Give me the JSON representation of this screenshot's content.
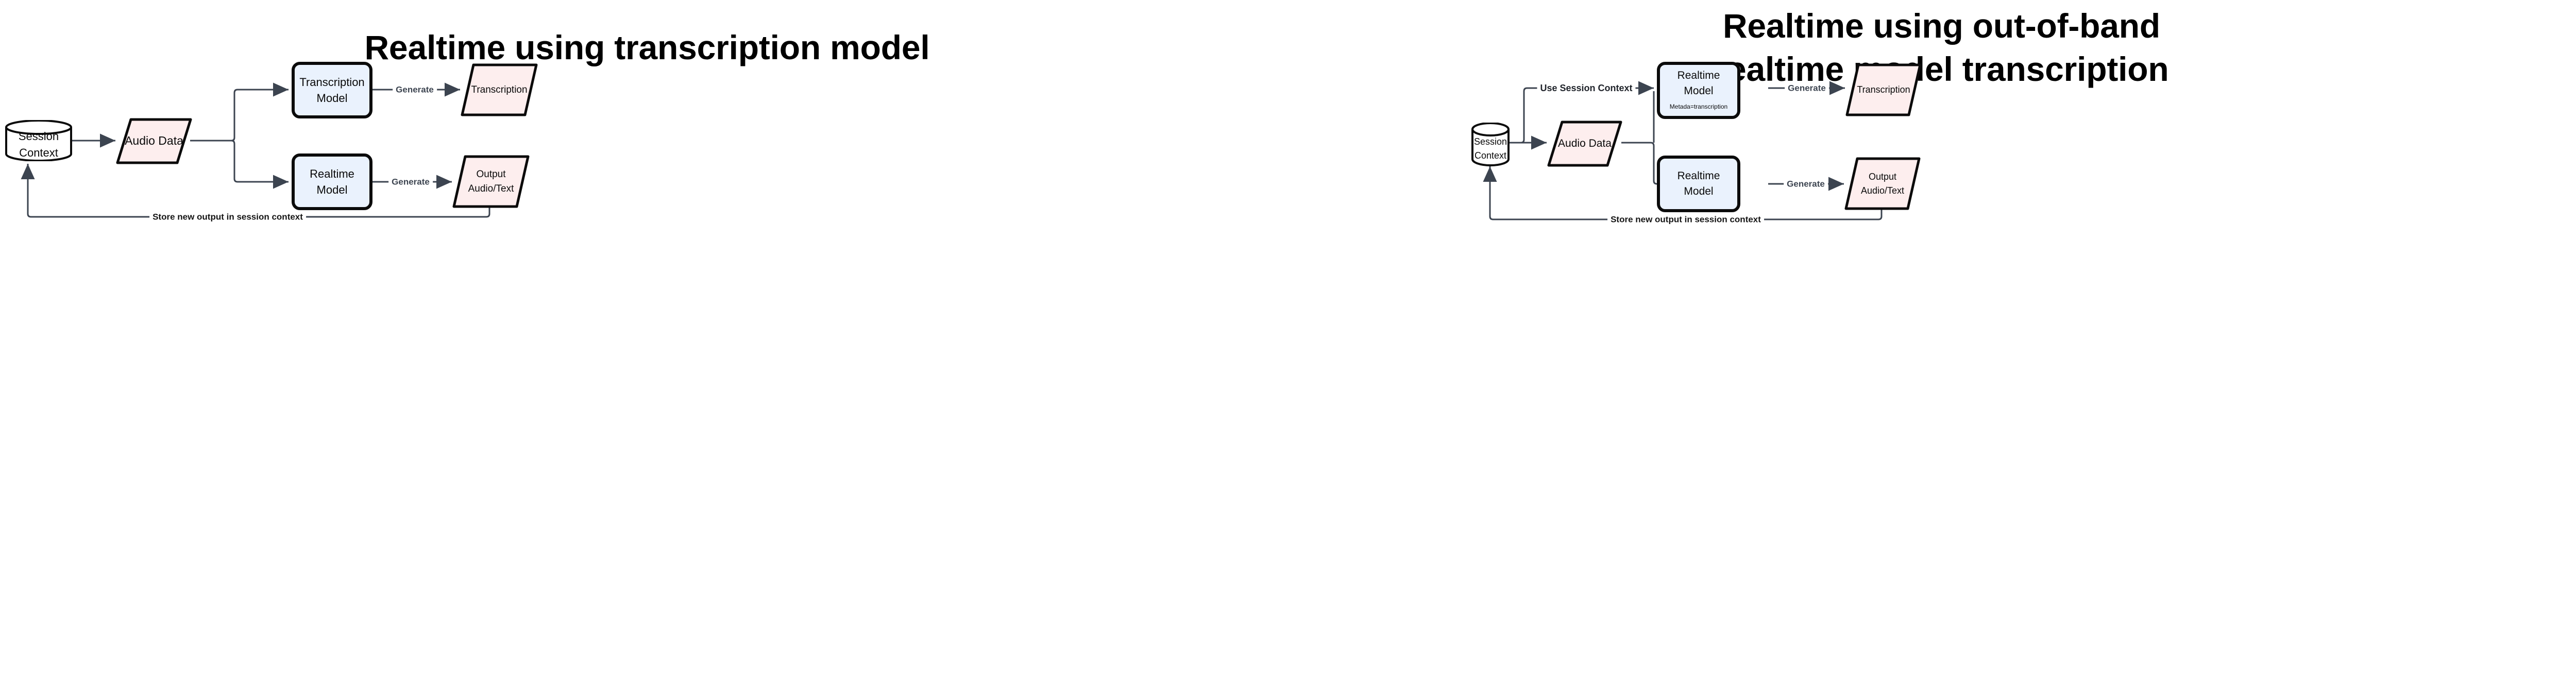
{
  "page": {
    "background": "#ffffff",
    "text_color": "#0a0a0a",
    "edge_color": "#3c4450",
    "node_blue_fill": "#eaf2fd",
    "node_pink_fill": "#fdeeee",
    "node_stroke": "#0b0b0b",
    "cylinder_fill": "#ffffff"
  },
  "diagrams": [
    {
      "id": "left",
      "title": "Realtime using transcription model",
      "title_lines": [
        "Realtime using transcription model"
      ],
      "nodes": {
        "session_context": {
          "label_line1": "Session",
          "label_line2": "Context",
          "shape": "cylinder"
        },
        "audio_data": {
          "label": "Audio Data",
          "shape": "parallelogram",
          "fill": "#fdeeee"
        },
        "transcription_model": {
          "label_line1": "Transcription",
          "label_line2": "Model",
          "shape": "process",
          "fill": "#eaf2fd"
        },
        "transcription_out": {
          "label": "Transcription",
          "shape": "parallelogram",
          "fill": "#fdeeee"
        },
        "realtime_model": {
          "label_line1": "Realtime",
          "label_line2": "Model",
          "shape": "process",
          "fill": "#eaf2fd"
        },
        "output_audio_text": {
          "label_line1": "Output",
          "label_line2": "Audio/Text",
          "shape": "parallelogram",
          "fill": "#fdeeee"
        }
      },
      "edges": [
        {
          "from": "session_context",
          "to": "audio_data",
          "label": ""
        },
        {
          "from": "audio_data",
          "to": "transcription_model",
          "label": ""
        },
        {
          "from": "transcription_model",
          "to": "transcription_out",
          "label": "Generate"
        },
        {
          "from": "audio_data",
          "to": "realtime_model",
          "label": ""
        },
        {
          "from": "realtime_model",
          "to": "output_audio_text",
          "label": "Generate"
        },
        {
          "from": "output_audio_text",
          "to": "session_context",
          "label": "Store new output in session context"
        }
      ]
    },
    {
      "id": "right",
      "title": "Realtime using out-of-band realtime model transcription",
      "title_lines": [
        "Realtime using out-of-band",
        "realtime model transcription"
      ],
      "nodes": {
        "session_context": {
          "label_line1": "Session",
          "label_line2": "Context",
          "shape": "cylinder"
        },
        "audio_data": {
          "label": "Audio Data",
          "shape": "parallelogram",
          "fill": "#fdeeee"
        },
        "realtime_model_transcription": {
          "label_line1": "Realtime",
          "label_line2": "Model",
          "meta": "Metada=transcription",
          "shape": "process",
          "fill": "#eaf2fd"
        },
        "transcription_out": {
          "label": "Transcription",
          "shape": "parallelogram",
          "fill": "#fdeeee"
        },
        "realtime_model": {
          "label_line1": "Realtime",
          "label_line2": "Model",
          "shape": "process",
          "fill": "#eaf2fd"
        },
        "output_audio_text": {
          "label_line1": "Output",
          "label_line2": "Audio/Text",
          "shape": "parallelogram",
          "fill": "#fdeeee"
        }
      },
      "edges": [
        {
          "from": "session_context",
          "to": "audio_data",
          "label": ""
        },
        {
          "from": "session_context",
          "to": "realtime_model_transcription",
          "label": "Use Session Context"
        },
        {
          "from": "realtime_model_transcription",
          "to": "transcription_out",
          "label": "Generate"
        },
        {
          "from": "audio_data",
          "to": "realtime_model",
          "label": ""
        },
        {
          "from": "realtime_model",
          "to": "output_audio_text",
          "label": "Generate"
        },
        {
          "from": "output_audio_text",
          "to": "session_context",
          "label": "Store new output in session context"
        }
      ]
    }
  ]
}
